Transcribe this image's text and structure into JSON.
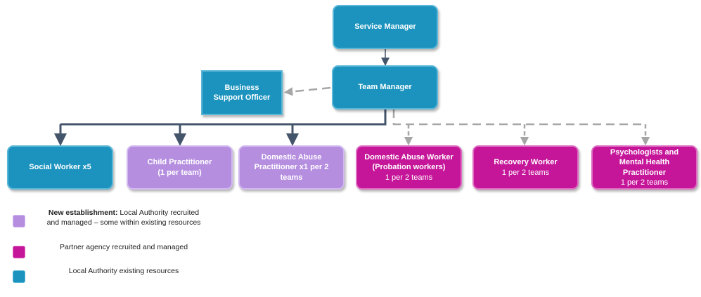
{
  "colors": {
    "la_existing": "#1b93be",
    "new_establishment": "#b58ee0",
    "partner_agency": "#c51599",
    "solid_connector": "#44546a",
    "dashed_connector": "#a6a6a6"
  },
  "nodes": {
    "service_manager": {
      "title": "Service Manager"
    },
    "team_manager": {
      "title": "Team Manager"
    },
    "business_support": {
      "title": "Business Support Officer"
    },
    "social_worker": {
      "title": "Social Worker x5"
    },
    "child_practitioner": {
      "title": "Child Practitioner",
      "subtitle": "(1 per team)"
    },
    "domestic_abuse_practitioner": {
      "title": "Domestic Abuse Practitioner x1 per 2 teams"
    },
    "domestic_abuse_worker": {
      "title": "Domestic Abuse Worker (Probation workers)",
      "subtitle": "1 per 2 teams"
    },
    "recovery_worker": {
      "title": "Recovery Worker",
      "subtitle": "1 per 2 teams"
    },
    "psychologists": {
      "title": "Psychologists and Mental Health Practitioner",
      "subtitle": "1 per 2 teams"
    }
  },
  "legend": [
    {
      "bold": "New establishment:",
      "text": " Local Authority recruited and managed – some within existing resources",
      "color_key": "new_establishment"
    },
    {
      "bold": "",
      "text": "Partner agency recruited and managed",
      "color_key": "partner_agency"
    },
    {
      "bold": "",
      "text": "Local Authority existing resources",
      "color_key": "la_existing"
    }
  ]
}
